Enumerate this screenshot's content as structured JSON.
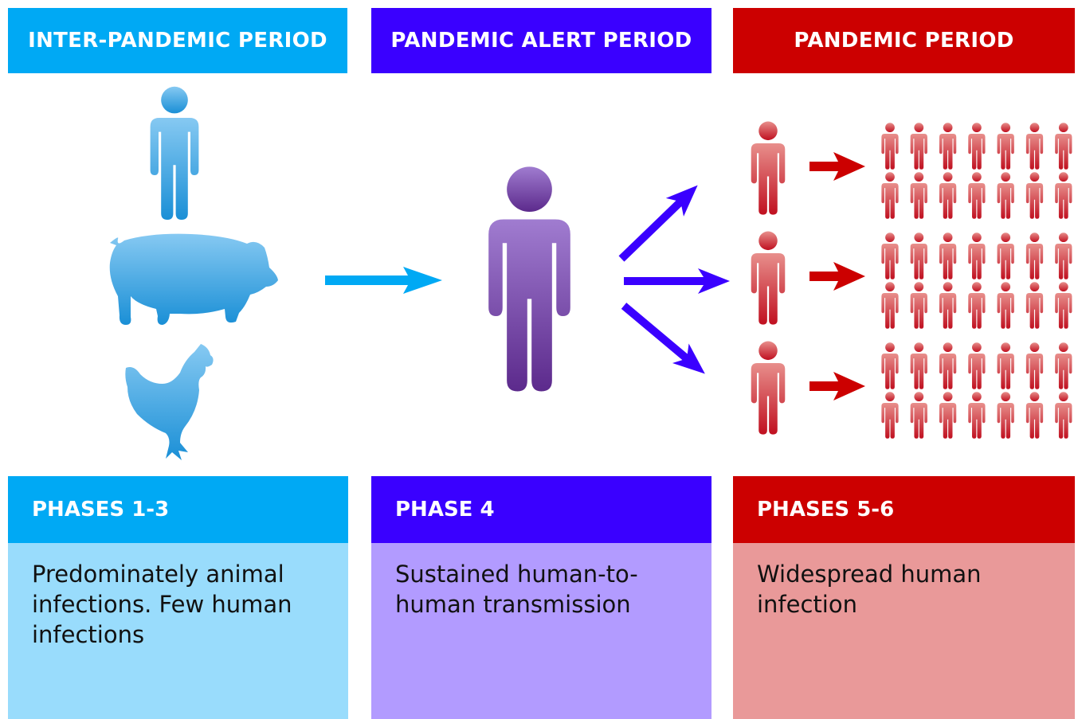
{
  "periods": [
    {
      "title": "INTER-PANDEMIC PERIOD",
      "color": "#00a9f4"
    },
    {
      "title": "PANDEMIC ALERT PERIOD",
      "color": "#3a00ff"
    },
    {
      "title": "PANDEMIC PERIOD",
      "color": "#cc0000"
    }
  ],
  "phases": [
    {
      "label": "PHASES 1-3",
      "description": "Predominately animal infections. Few human infections",
      "head_color": "#00a9f4",
      "body_color": "#99dcfc"
    },
    {
      "label": "PHASE 4",
      "description": "Sustained human-to-human transmission",
      "head_color": "#3a00ff",
      "body_color": "#b29bff"
    },
    {
      "label": "PHASES 5-6",
      "description": "Widespread human infection",
      "head_color": "#cc0000",
      "body_color": "#e99999"
    }
  ],
  "icons": {
    "animals": [
      "human-icon",
      "pig-icon",
      "chicken-icon"
    ],
    "alert": "human-icon",
    "spread": [
      "human-icon",
      "arrow-right-icon",
      "crowd-icon"
    ]
  }
}
